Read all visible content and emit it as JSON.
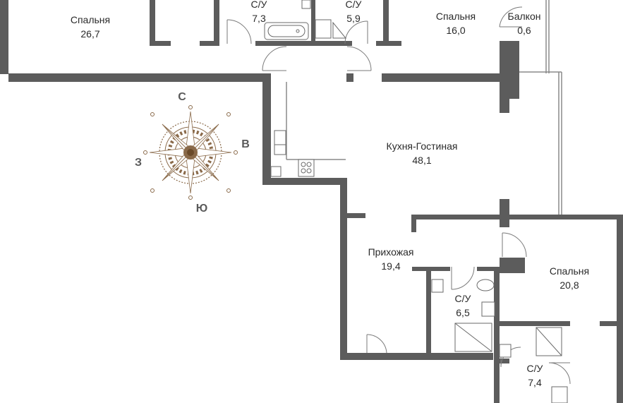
{
  "rooms": [
    {
      "name": "Спальня",
      "area": "26,7"
    },
    {
      "name": "С/У",
      "area": "7,3"
    },
    {
      "name": "С/У",
      "area": "5,9"
    },
    {
      "name": "Спальня",
      "area": "16,0"
    },
    {
      "name": "Балкон",
      "area": "0,6"
    },
    {
      "name": "Кухня-Гостиная",
      "area": "48,1"
    },
    {
      "name": "Прихожая",
      "area": "19,4"
    },
    {
      "name": "С/У",
      "area": "6,5"
    },
    {
      "name": "Спальня",
      "area": "20,8"
    },
    {
      "name": "С/У",
      "area": "7,4"
    }
  ],
  "compass": {
    "north": "С",
    "east": "В",
    "south": "Ю",
    "west": "З",
    "accent_color": "#8a6a4a"
  },
  "colors": {
    "wall": "#5c5c5c",
    "fixture": "#6a6a6a",
    "text": "#2a2a2a"
  }
}
